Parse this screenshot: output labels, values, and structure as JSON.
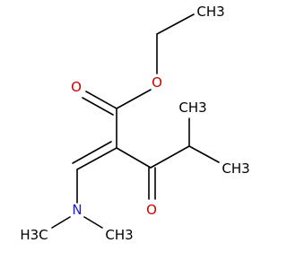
{
  "molecule": {
    "colors": {
      "bond": "#000000",
      "oxygen": "#cc0000",
      "nitrogen": "#1b1bd6",
      "carbon_label": "#000000"
    },
    "labels": {
      "ethyl_ch3": "CH3",
      "ester_o": "O",
      "carbonyl_o_ester": "O",
      "isopropyl_ch3_top": "CH3",
      "isopropyl_ch3_right": "CH3",
      "ketone_o": "O",
      "amine_n": "N",
      "n_methyl_left": "H3C",
      "n_methyl_right": "CH3"
    }
  }
}
